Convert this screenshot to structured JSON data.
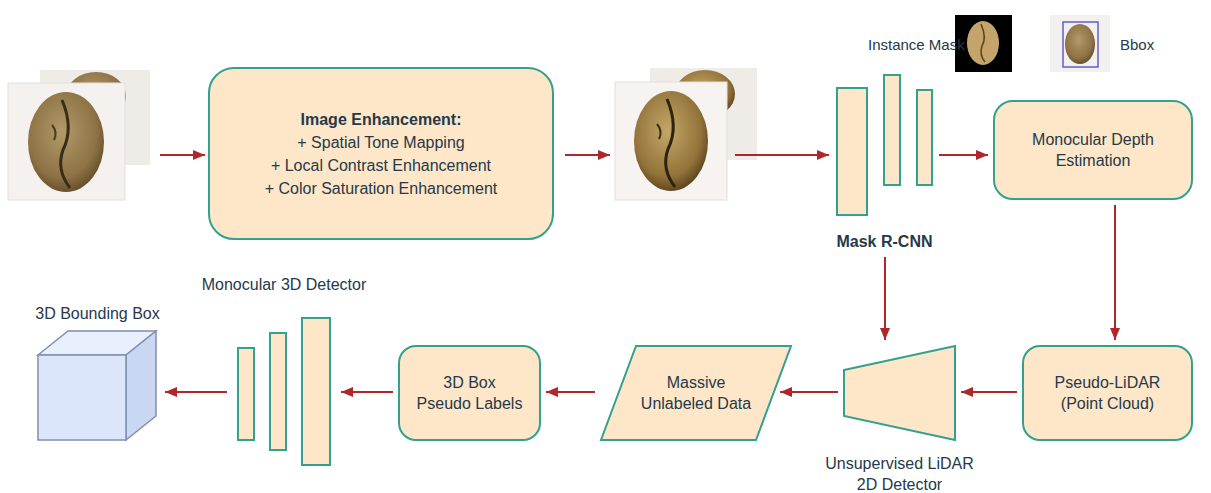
{
  "diagram": {
    "nodes": [
      {
        "text": [
          "Image Enhancement:",
          "+ Spatial Tone Mapping",
          "+ Local Contrast Enhancement",
          "+ Color Saturation Enhancement"
        ]
      },
      {
        "text": [
          "Mask R-CNN"
        ]
      },
      {
        "text": [
          "Monocular Depth Estimation"
        ]
      },
      {
        "text": [
          "Pseudo-LiDAR (Point Cloud)"
        ]
      },
      {
        "text": [
          "Unsupervised LiDAR 2D Detector"
        ]
      },
      {
        "text": [
          "Massive Unlabeled Data"
        ]
      },
      {
        "text": [
          "3D Box Pseudo Labels"
        ]
      },
      {
        "text": [
          "Monocular 3D Detector"
        ]
      },
      {
        "text": [
          "3D Bounding Box"
        ]
      }
    ],
    "edges": [
      {
        "from": 1,
        "to": 2,
        "arrow": "to"
      },
      {
        "from": 1,
        "to": 4,
        "arrow": "to"
      },
      {
        "from": 2,
        "to": 3,
        "arrow": "to"
      },
      {
        "from": 3,
        "to": 4,
        "arrow": "to"
      },
      {
        "from": 4,
        "to": 5,
        "arrow": "to"
      },
      {
        "from": 5,
        "to": 6,
        "arrow": "to"
      },
      {
        "from": 6,
        "to": 7,
        "arrow": "to"
      },
      {
        "from": 7,
        "to": 8,
        "arrow": "to"
      }
    ],
    "labels": [
      "Instance Mask",
      "Bbox"
    ]
  }
}
